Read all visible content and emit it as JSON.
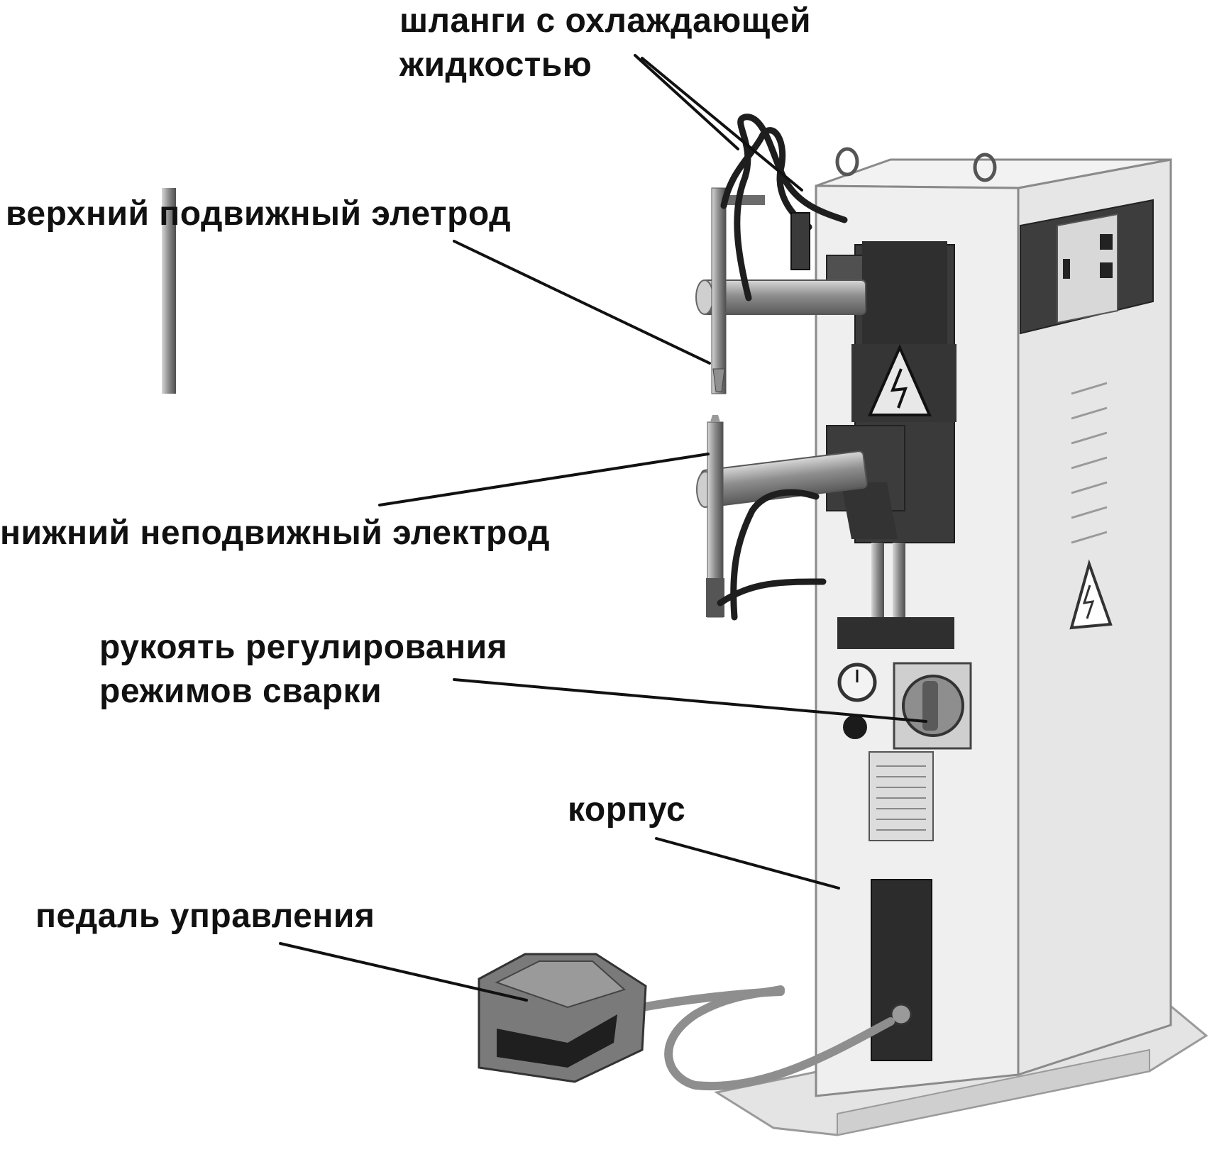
{
  "labels": {
    "hoses_line1": "шланги с охлаждающей",
    "hoses_line2": "жидкостью",
    "upper_electrode": "верхний подвижный элетрод",
    "lower_electrode": "нижний неподвижный электрод",
    "handle_line1": "рукоять регулирования",
    "handle_line2": "режимов сварки",
    "body": "корпус",
    "pedal": "педаль управления"
  },
  "colors": {
    "machine_body": "#ececec",
    "machine_side": "#d9d9d9",
    "dark_panel": "#3a3a3a",
    "rod": "#9a9a9a",
    "leader_line": "#111111"
  }
}
